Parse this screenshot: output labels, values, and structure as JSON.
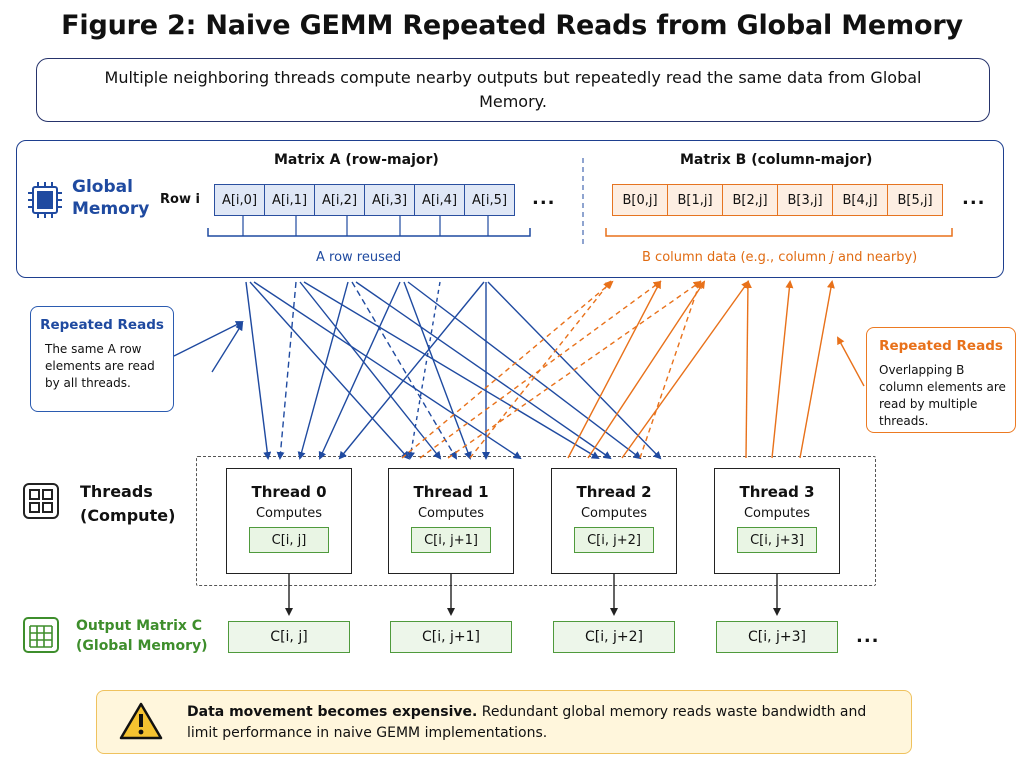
{
  "title": "Figure 2: Naive GEMM Repeated Reads from Global Memory",
  "subtitle": "Multiple neighboring threads compute nearby outputs but repeatedly read the same data from Global Memory.",
  "global_memory": {
    "label_line1": "Global",
    "label_line2": "Memory",
    "icon": "chip-icon"
  },
  "matrix_a": {
    "title": "Matrix A (row-major)",
    "row_label": "Row i",
    "cells": [
      "A[i,0]",
      "A[i,1]",
      "A[i,2]",
      "A[i,3]",
      "A[i,4]",
      "A[i,5]"
    ],
    "ellipsis": "...",
    "reuse_label": "A row reused"
  },
  "matrix_b": {
    "title": "Matrix B (column-major)",
    "cells": [
      "B[0,j]",
      "B[1,j]",
      "B[2,j]",
      "B[3,j]",
      "B[4,j]",
      "B[5,j]"
    ],
    "ellipsis": "...",
    "reuse_label_pre": "B column data (e.g., column ",
    "reuse_label_em": "j",
    "reuse_label_post": " and nearby)"
  },
  "callout_left": {
    "heading": "Repeated Reads",
    "body": "The same A row elements are read by all threads."
  },
  "callout_right": {
    "heading": "Repeated Reads",
    "body": "Overlapping B column elements are read by multiple threads."
  },
  "threads_section": {
    "label_line1": "Threads",
    "label_line2": "(Compute)",
    "icon": "grid-icon",
    "threads": [
      {
        "name": "Thread 0",
        "computes": "Computes",
        "value": "C[i, j]"
      },
      {
        "name": "Thread 1",
        "computes": "Computes",
        "value": "C[i, j+1]"
      },
      {
        "name": "Thread 2",
        "computes": "Computes",
        "value": "C[i, j+2]"
      },
      {
        "name": "Thread 3",
        "computes": "Computes",
        "value": "C[i, j+3]"
      }
    ]
  },
  "output_section": {
    "label_line1": "Output Matrix C",
    "label_line2": "(Global Memory)",
    "icon": "table-grid-icon",
    "cells": [
      "C[i, j]",
      "C[i, j+1]",
      "C[i, j+2]",
      "C[i, j+3]"
    ],
    "ellipsis": "..."
  },
  "warning": {
    "icon": "warning-icon",
    "bold": "Data movement becomes expensive.",
    "text": " Redundant global memory reads waste bandwidth and limit performance in naive GEMM implementations."
  },
  "colors": {
    "blue": "#1f4aa0",
    "orange": "#e8711a",
    "green": "#3e8e2c",
    "warning_bg": "#fff6dc"
  }
}
